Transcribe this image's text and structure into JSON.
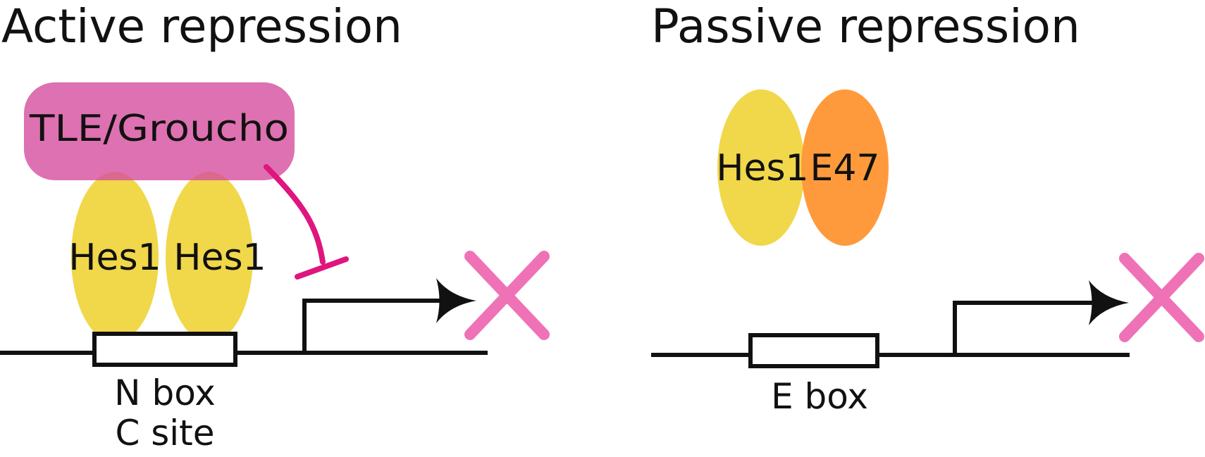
{
  "active": {
    "title": "Active repression",
    "corepressor": "TLE/Groucho",
    "protein_left": "Hes1",
    "protein_right": "Hes1",
    "box_line1": "N box",
    "box_line2": "C site"
  },
  "passive": {
    "title": "Passive repression",
    "protein_left": "Hes1",
    "protein_right": "E47",
    "box_label": "E box"
  },
  "colors": {
    "hes1": "#f1d74a",
    "e47": "#ff9a3c",
    "groucho": "#e070ae",
    "repression_line": "#e0157e",
    "cross": "#ef72b6",
    "dna": "#111111"
  }
}
